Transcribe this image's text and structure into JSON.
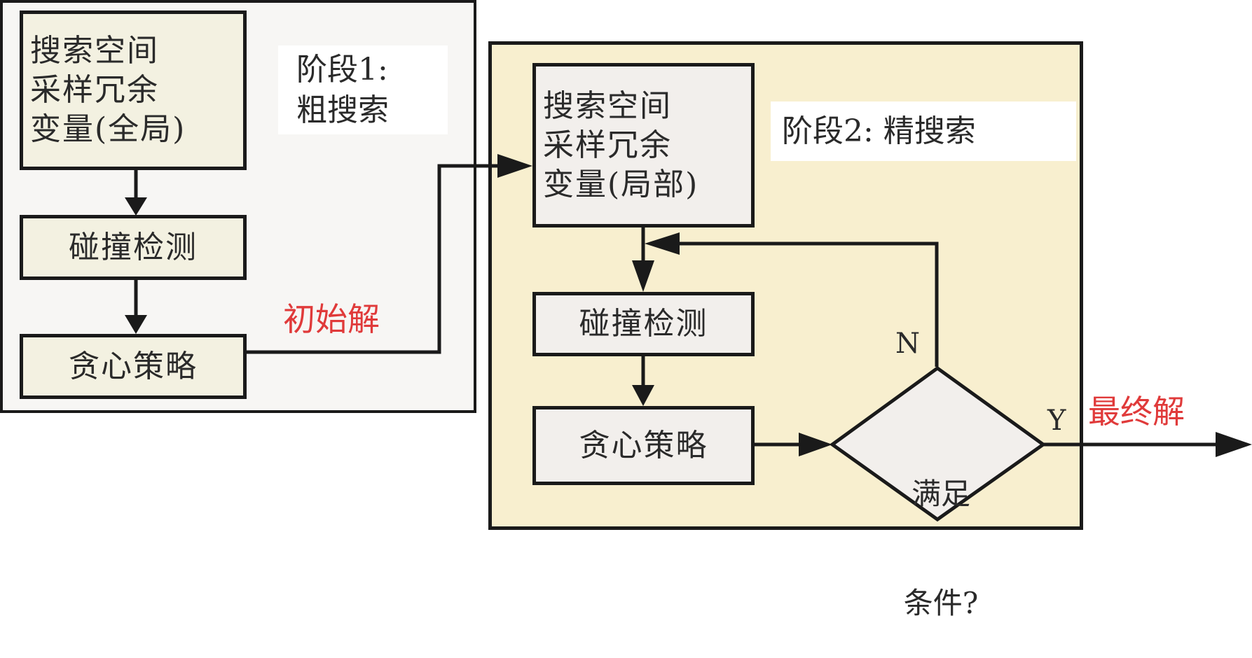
{
  "stage1": {
    "label_line1": "阶段1:",
    "label_line2": "粗搜索",
    "box_sampling": [
      "搜索空间",
      "采样冗余",
      "变量(全局)"
    ],
    "box_collision": "碰撞检测",
    "box_greedy": "贪心策略",
    "output_label": "初始解"
  },
  "stage2": {
    "label": "阶段2: 精搜索",
    "box_sampling": [
      "搜索空间",
      "采样冗余",
      "变量(局部)"
    ],
    "box_collision": "碰撞检测",
    "box_greedy": "贪心策略",
    "decision": [
      "满足",
      "条件?"
    ],
    "no_label": "N",
    "yes_label": "Y",
    "output_label": "最终解"
  },
  "colors": {
    "stage1_bg": "#f7f6f4",
    "stage1_box": "#f3f1e1",
    "stage2_bg": "#f8efcf",
    "stage2_box": "#f2efec",
    "highlight_text": "#e03a3a",
    "stroke": "#1a1a1a"
  }
}
